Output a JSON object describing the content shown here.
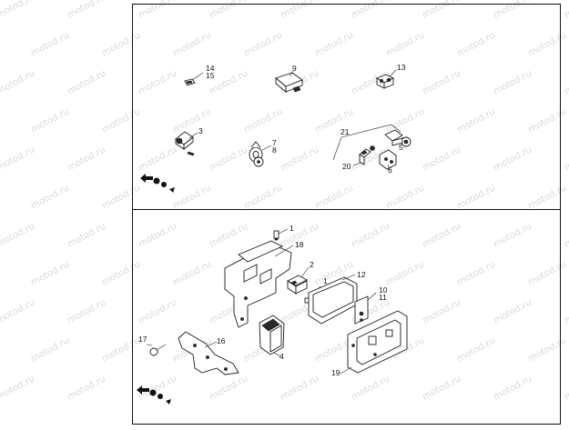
{
  "watermark": "motod.ru",
  "panels": [
    {
      "name": "upper-panel"
    },
    {
      "name": "lower-panel"
    }
  ],
  "callouts": {
    "top": [
      {
        "id": "c14",
        "label": "14"
      },
      {
        "id": "c15",
        "label": "15"
      },
      {
        "id": "c9",
        "label": "9"
      },
      {
        "id": "c13",
        "label": "13"
      },
      {
        "id": "c3",
        "label": "3"
      },
      {
        "id": "c7",
        "label": "7"
      },
      {
        "id": "c8",
        "label": "8"
      },
      {
        "id": "c21",
        "label": "21"
      },
      {
        "id": "c5",
        "label": "5"
      },
      {
        "id": "c20",
        "label": "20"
      },
      {
        "id": "c6",
        "label": "6"
      }
    ],
    "bottom": [
      {
        "id": "c1a",
        "label": "1"
      },
      {
        "id": "c18",
        "label": "18"
      },
      {
        "id": "c2",
        "label": "2"
      },
      {
        "id": "c1b",
        "label": "1"
      },
      {
        "id": "c12",
        "label": "12"
      },
      {
        "id": "c10",
        "label": "10"
      },
      {
        "id": "c11",
        "label": "11"
      },
      {
        "id": "c17",
        "label": "17"
      },
      {
        "id": "c16",
        "label": "16"
      },
      {
        "id": "c4",
        "label": "4"
      },
      {
        "id": "c19",
        "label": "19"
      }
    ]
  },
  "orientation_icons": [
    "front-arrow-icon",
    "front-arrow-icon"
  ]
}
